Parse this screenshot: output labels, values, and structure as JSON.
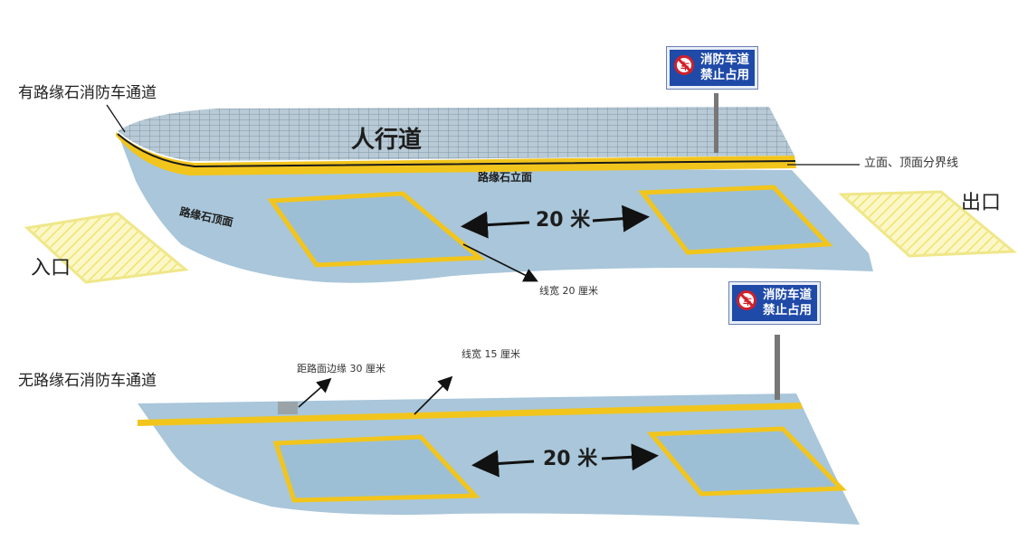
{
  "title": "",
  "labels": {
    "with_curb": "有路缘石消防车通道",
    "without_curb": "无路缘石消防车通道",
    "sidewalk": "人行道",
    "curb_face": "路缘石立面",
    "curb_top": "路缘石顶面",
    "boundary_line": "立面、顶面分界线",
    "entrance": "入口",
    "exit": "出口",
    "spacing_top": "20 米",
    "spacing_bottom": "20 米",
    "line_width_20": "线宽 20 厘米",
    "line_width_15": "线宽 15 厘米",
    "road_edge_distance": "距路面边缘 30 厘米"
  },
  "signs": [
    {
      "line1": "消防车道",
      "line2": "禁止占用",
      "symbol": "车"
    },
    {
      "line1": "消防车道",
      "line2": "禁止占用",
      "symbol": "车"
    }
  ],
  "colors": {
    "road": "#a9c6da",
    "road_shade": "#97b6cc",
    "yellow": "#f2c51c",
    "pale_yellow": "#f6ef9a",
    "sign_blue": "#1f4aa8",
    "sidewalk_grid": "#8fa6b6"
  }
}
